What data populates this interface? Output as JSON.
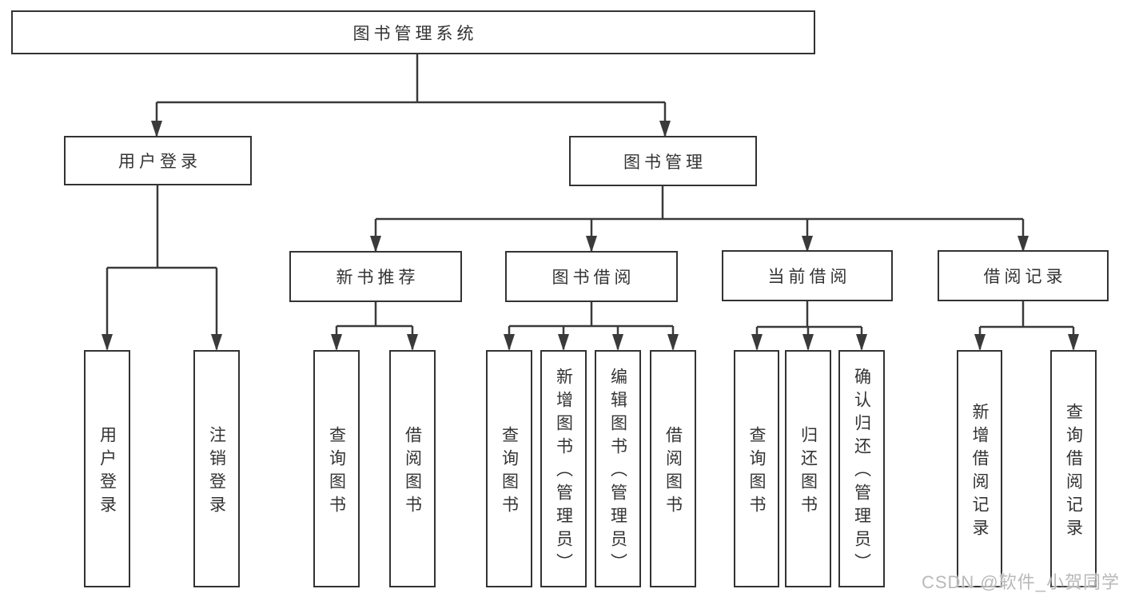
{
  "tree": {
    "label": "图书管理系统",
    "children": [
      {
        "label": "用户登录",
        "children": [
          {
            "label": "用户登录"
          },
          {
            "label": "注销登录"
          }
        ]
      },
      {
        "label": "图书管理",
        "children": [
          {
            "label": "新书推荐",
            "children": [
              {
                "label": "查询图书"
              },
              {
                "label": "借阅图书"
              }
            ]
          },
          {
            "label": "图书借阅",
            "children": [
              {
                "label": "查询图书"
              },
              {
                "label": "新增图书（管理员）"
              },
              {
                "label": "编辑图书（管理员）"
              },
              {
                "label": "借阅图书"
              }
            ]
          },
          {
            "label": "当前借阅",
            "children": [
              {
                "label": "查询图书"
              },
              {
                "label": "归还图书"
              },
              {
                "label": "确认归还（管理员）"
              }
            ]
          },
          {
            "label": "借阅记录",
            "children": [
              {
                "label": "新增借阅记录"
              },
              {
                "label": "查询借阅记录"
              }
            ]
          }
        ]
      }
    ]
  },
  "watermark": {
    "text": "CSDN @软件_小贺同学"
  },
  "colors": {
    "line": "#3a3a3a",
    "box_border": "#333333",
    "text": "#333333",
    "watermark": "#b9b9b9",
    "background": "#ffffff"
  }
}
